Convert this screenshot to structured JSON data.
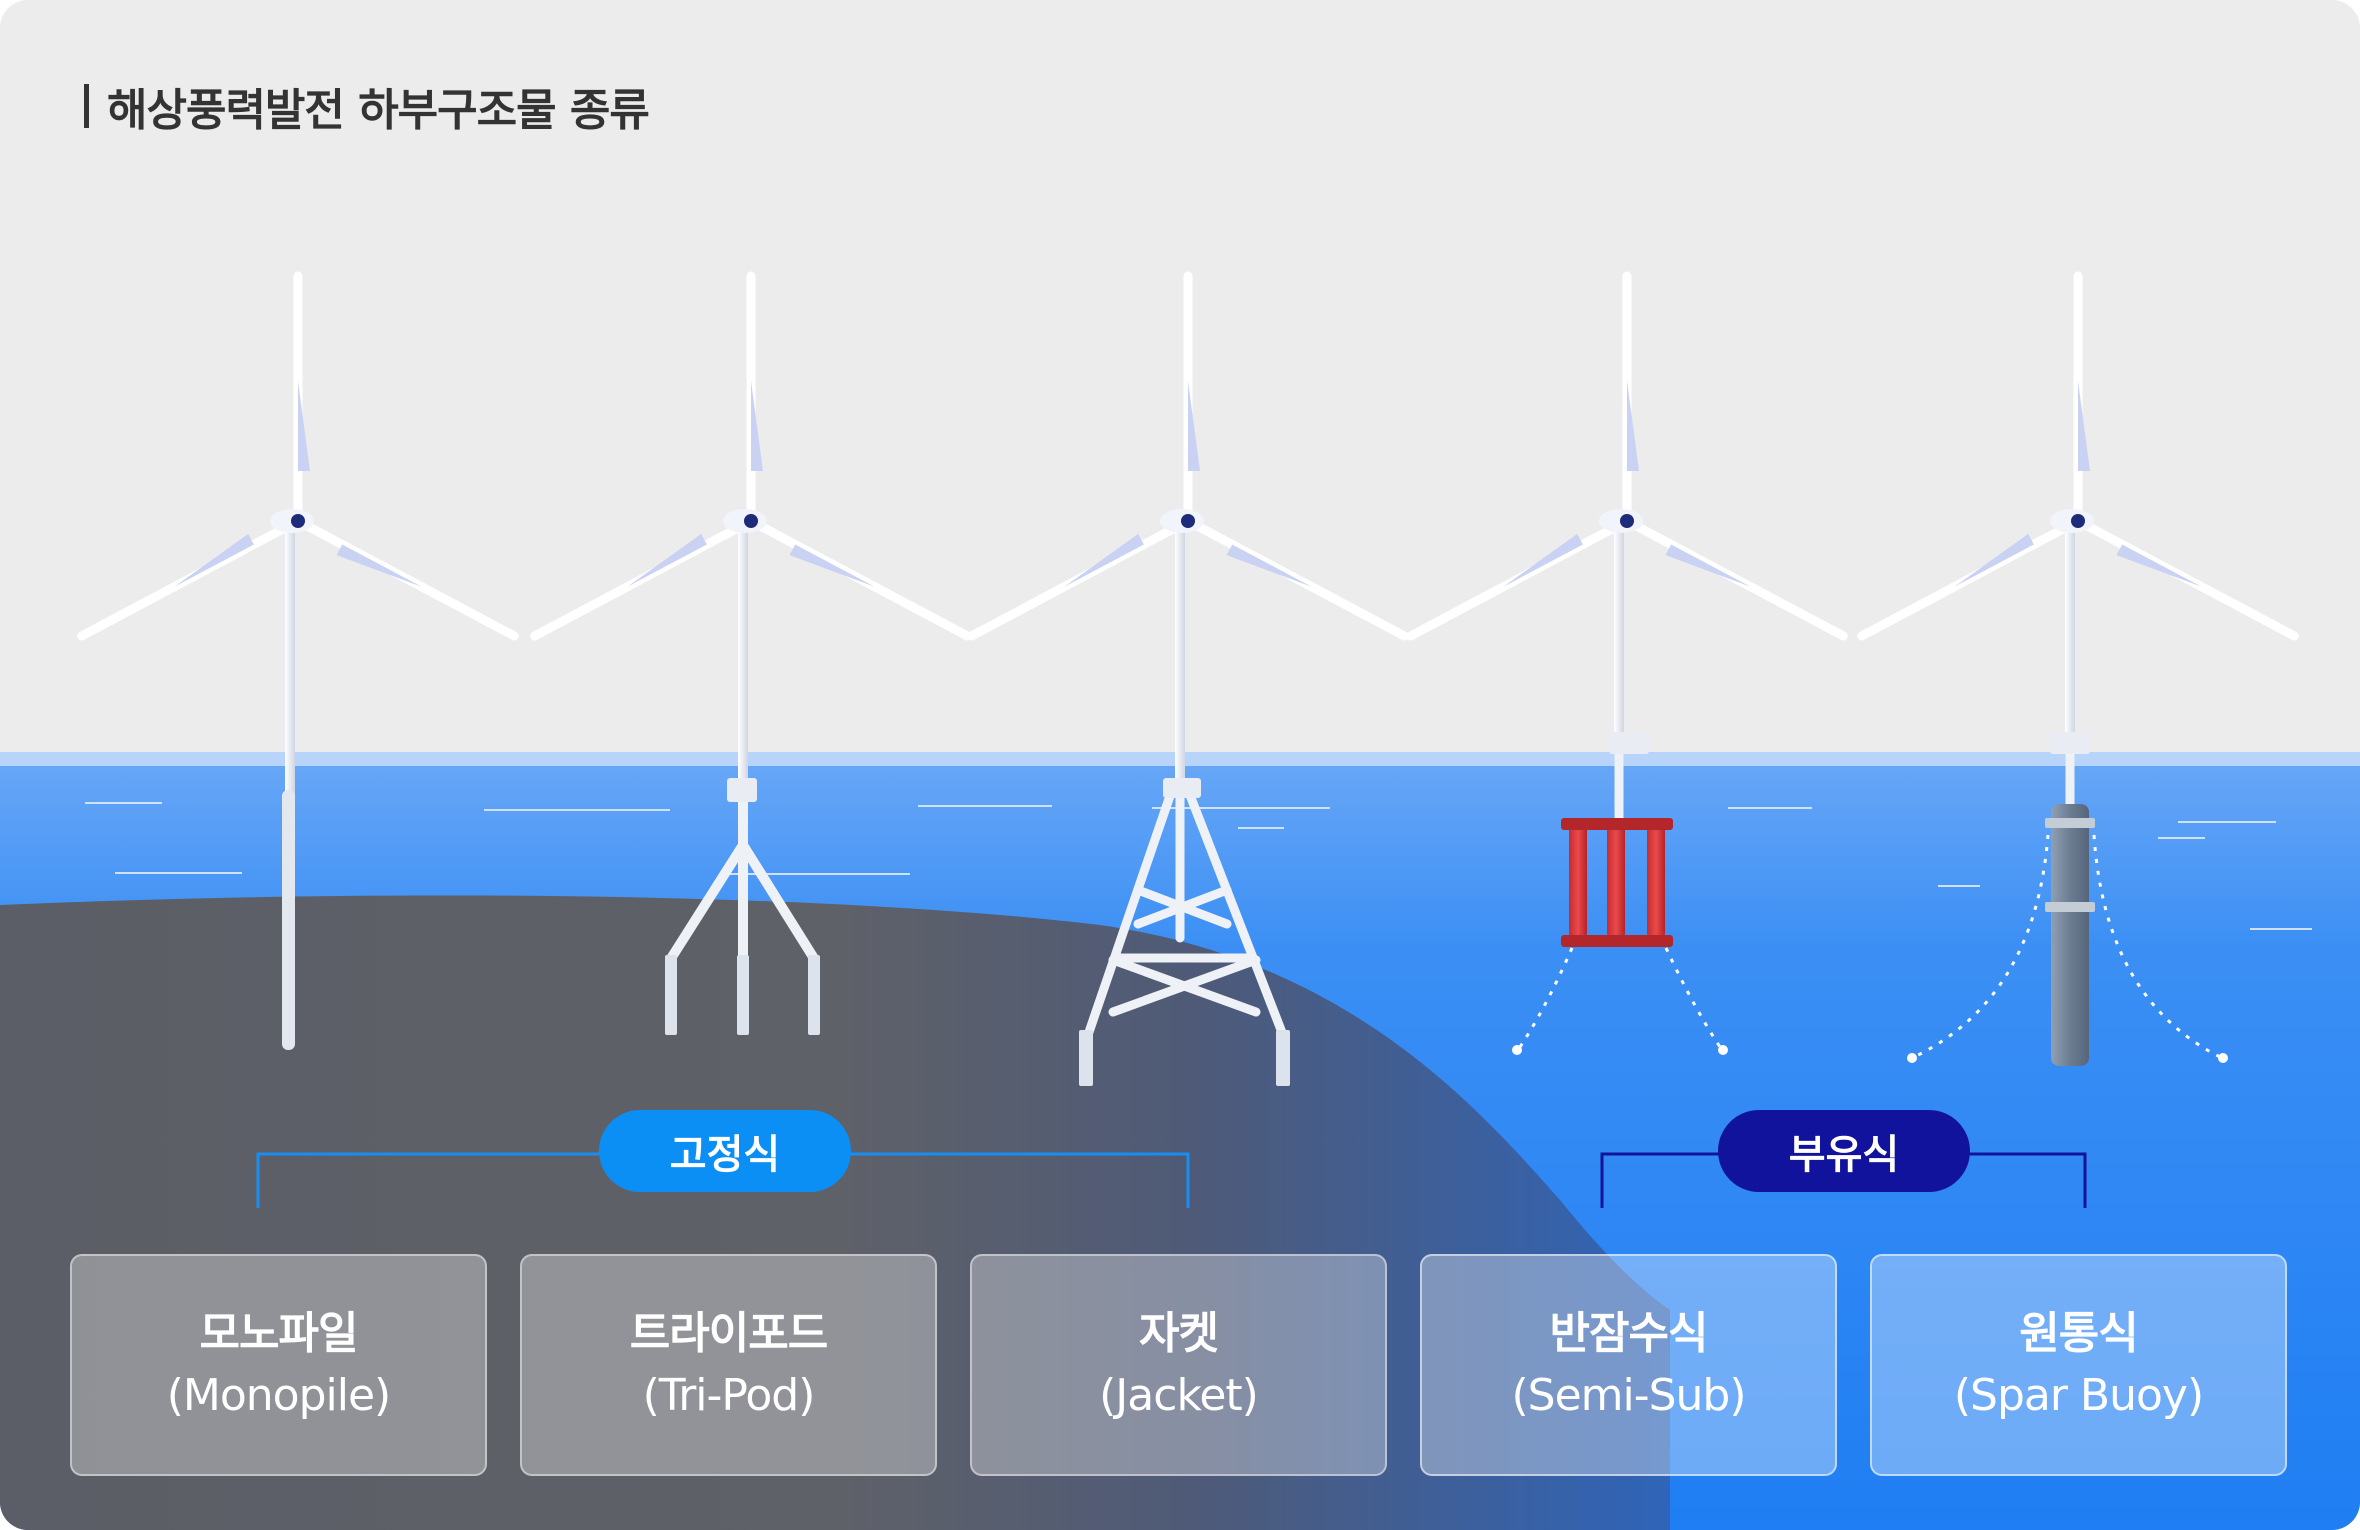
{
  "title": "해상풍력발전 하부구조물 종류",
  "groups": {
    "fixed": "고정식",
    "floating": "부유식"
  },
  "types": [
    {
      "name": "모노파일",
      "en": "(Monopile)"
    },
    {
      "name": "트라이포드",
      "en": "(Tri-Pod)"
    },
    {
      "name": "자켓",
      "en": "(Jacket)"
    },
    {
      "name": "반잠수식",
      "en": "(Semi-Sub)"
    },
    {
      "name": "원통식",
      "en": "(Spar Buoy)"
    }
  ],
  "colors": {
    "sky": "#ececec",
    "sea": "#2b86f2",
    "seabed": "#5a5d66",
    "fixed_accent": "#0b8ff5",
    "floating_accent": "#12139c",
    "semi_sub_float": "#d8373a",
    "spar_body": "#6e7f94"
  }
}
